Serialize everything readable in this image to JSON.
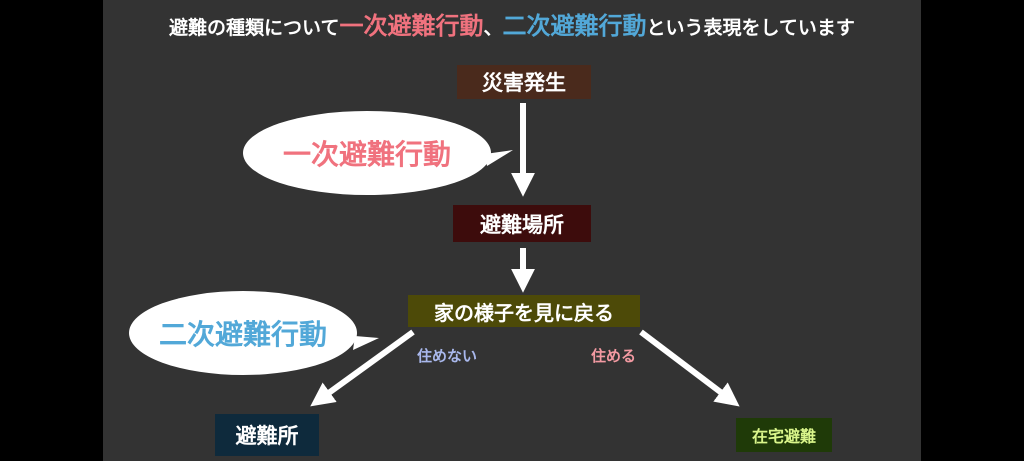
{
  "title": {
    "prefix": "避難の種類について",
    "primary_term": "一次避難行動",
    "separator": "、",
    "secondary_term": "二次避難行動",
    "suffix": "という表現をしています"
  },
  "nodes": {
    "disaster": "災害発生",
    "evacuation_site": "避難場所",
    "check_home": "家の様子を見に戻る",
    "shelter": "避難所",
    "home_evacuation": "在宅避難"
  },
  "bubbles": {
    "primary": "一次避難行動",
    "secondary": "二次避難行動"
  },
  "edge_labels": {
    "cannot_live": "住めない",
    "can_live": "住める"
  },
  "colors": {
    "slide_bg": "#333333",
    "primary_accent": "#f0727e",
    "secondary_accent": "#52a8d8",
    "disaster_box": "#4a2a1c",
    "evacuation_site_box": "#3d0c0c",
    "check_home_box": "#4d4a08",
    "shelter_box": "#0e2a3c",
    "home_evacuation_box": "#1f3a08",
    "cannot_live_label": "#a9b8ec",
    "can_live_label": "#f39aa2",
    "home_evacuation_text": "#d9f58a"
  }
}
